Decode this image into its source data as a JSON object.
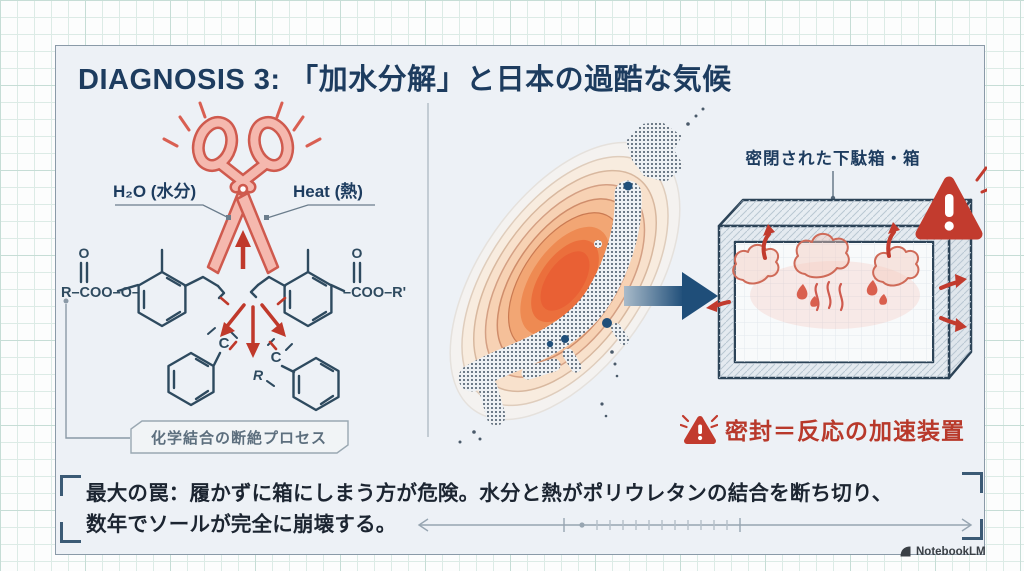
{
  "header": {
    "title": "DIAGNOSIS 3: 「加水分解」と日本の過酷な気候"
  },
  "chemistry": {
    "h2o_label": "H₂O (水分)",
    "heat_label": "Heat (熱)",
    "left_group": "R–COO–O–",
    "right_group": "–COO–R'",
    "carbonyl_o_left": "O",
    "carbonyl_o_right": "O",
    "carbon_label_left": "C",
    "carbon_label_right": "C",
    "radical_label": "R",
    "process_caption": "化学結合の断絶プロセス"
  },
  "shoebox": {
    "label": "密閉された下駄箱・箱"
  },
  "acceleration_warning": {
    "text": "密封＝反応の加速装置"
  },
  "conclusion": {
    "line1": "最大の罠：履かずに箱にしまう方が危険。水分と熱がポリウレタンの結合を断ち切り、",
    "line2": "数年でソールが完全に崩壊する。"
  },
  "footer": {
    "brand": "NotebookLM"
  },
  "colors": {
    "accent_red": "#c0392b",
    "navy": "#1d3c5f",
    "heat_orange": "#ec7440",
    "panel_bg": "#edf1f6"
  }
}
